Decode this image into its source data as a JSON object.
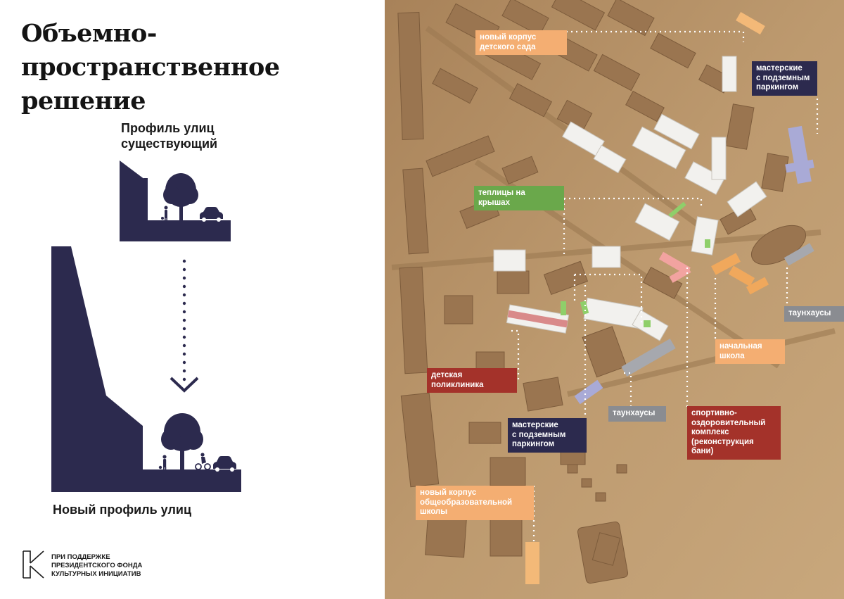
{
  "title": [
    "Объемно-пространственное",
    "решение"
  ],
  "profile_existing": [
    "Профиль улиц",
    "существующий"
  ],
  "profile_new": "Новый профиль улиц",
  "footer": [
    "ПРИ ПОДДЕРЖКЕ",
    "ПРЕЗИДЕНТСКОГО ФОНДА",
    "КУЛЬТУРНЫХ ИНИЦИАТИВ"
  ],
  "colors": {
    "silhouette": "#2c2a4e",
    "orange": "#f4ae72",
    "navy": "#2c2a4e",
    "green": "#6aa84b",
    "red": "#a4322a",
    "gray": "#8a8c91",
    "ground": "#b89468"
  },
  "map_labels": {
    "kindergarten": [
      "новый корпус",
      "детского сада"
    ],
    "workshops_top": [
      "мастерские",
      "с подземным",
      "паркингом"
    ],
    "greenhouses": [
      "теплицы на",
      "крышах"
    ],
    "townhouses_right": [
      "таунхаусы"
    ],
    "primary_school": [
      "начальная",
      "школа"
    ],
    "clinic": [
      "детская",
      "поликлиника"
    ],
    "townhouses_center": [
      "таунхаусы"
    ],
    "sports": [
      "спортивно-",
      "оздоровительный",
      "комплекс",
      "(реконструкция",
      "бани)"
    ],
    "workshops_bottom": [
      "мастерские",
      "с подземным",
      "паркингом"
    ],
    "school": [
      "новый корпус",
      "общеобразовательной",
      "школы"
    ]
  }
}
